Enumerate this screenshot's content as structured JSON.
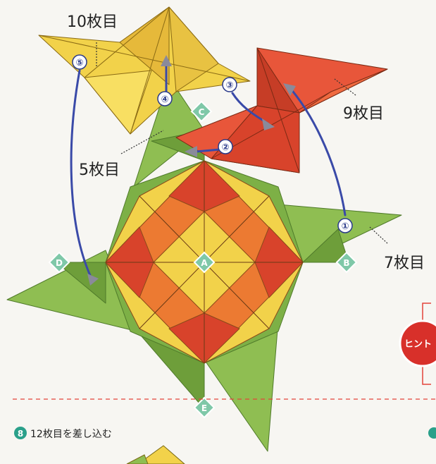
{
  "labels": {
    "sheet10": "10枚目",
    "sheet9": "9枚目",
    "sheet5": "5枚目",
    "sheet7": "7枚目"
  },
  "vertices": {
    "a": "A",
    "b": "B",
    "c": "C",
    "d": "D",
    "e": "E"
  },
  "steps": [
    "①",
    "②",
    "③",
    "④",
    "⑤"
  ],
  "step_caption": {
    "number": "8",
    "text": "12枚目を差し込む"
  },
  "hint": {
    "label": "ヒント"
  },
  "colors": {
    "green": "#8fbe52",
    "dark_green": "#6e9e3a",
    "yellow": "#f2d24a",
    "orange": "#ec7a32",
    "red": "#d8432b",
    "arrow_blue": "#3a4aa8",
    "arrow_gray": "#8a8a9a",
    "vertex_fill": "#7fc8a8",
    "dash_red": "#e4443a"
  }
}
